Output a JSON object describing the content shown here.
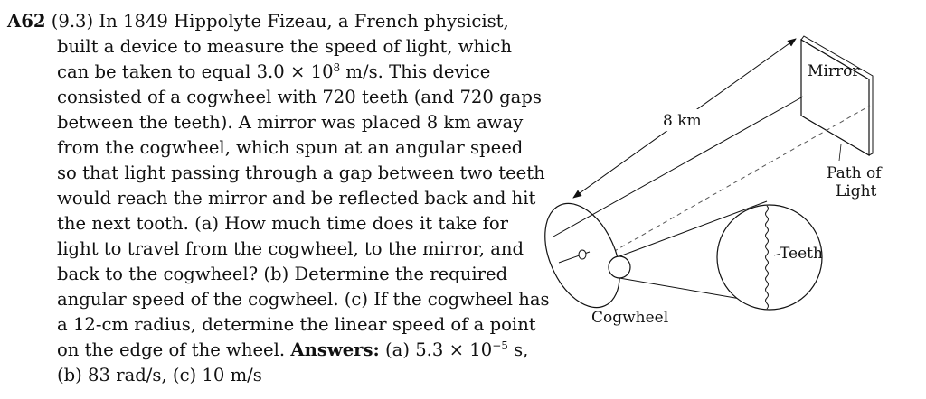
{
  "problem": {
    "label": "A62",
    "section": "(9.3)",
    "lines": [
      "In 1849 Hippolyte Fizeau, a French physicist,",
      "built a device to measure the speed of light, which",
      "can be taken to equal 3.0 × 10",
      "consisted of a cogwheel with 720 teeth (and 720 gaps",
      "between the teeth). A mirror was placed 8 km away",
      "from the cogwheel, which spun at an angular speed",
      "so that light passing through a gap between two teeth",
      "would reach the mirror and be reflected back and hit",
      "the next tooth. (a) How much time does it take for",
      "light to travel from the cogwheel, to the mirror, and",
      "back to the cogwheel? (b) Determine the required",
      "angular speed of the cogwheel. (c) If the cogwheel has",
      "a 12-cm radius, determine the linear speed of a point",
      "on the edge of the wheel."
    ],
    "line3_exponent": "8",
    "line3_tail": " m/s.  This device",
    "answers_label": "Answers:",
    "answer_a": " (a) 5.3 × 10",
    "answer_a_exponent": "−5",
    "answer_a_tail": " s,",
    "answer_bc": "(b) 83 rad/s, (c) 10 m/s"
  },
  "figure": {
    "distance_label": "8 km",
    "mirror_label": "Mirror",
    "path_label_line1": "Path of",
    "path_label_line2": "Light",
    "teeth_label": "Teeth",
    "cogwheel_label": "Cogwheel"
  }
}
